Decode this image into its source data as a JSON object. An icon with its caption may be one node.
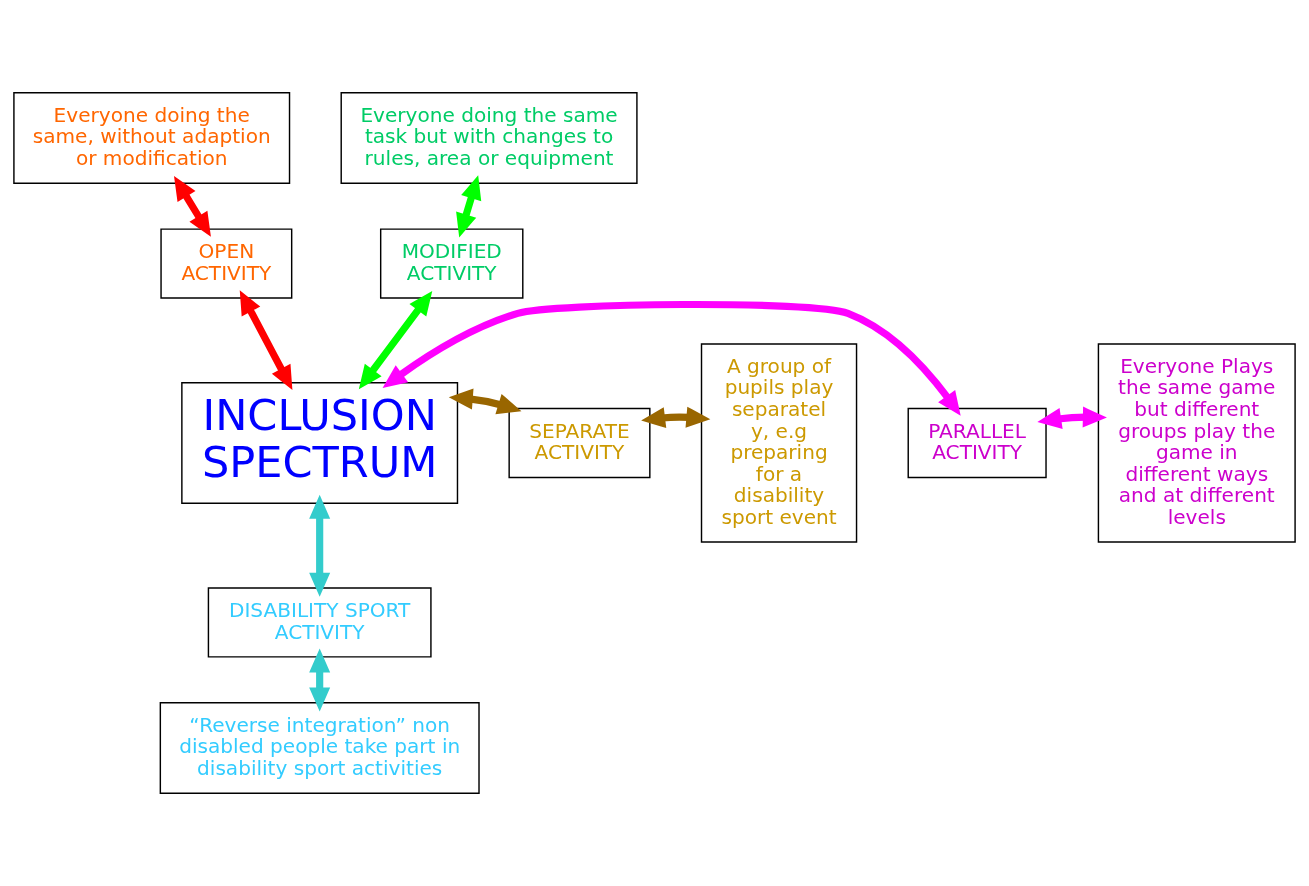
{
  "diagram": {
    "nodes": [
      {
        "text": [
          "INCLUSION SPECTRUM"
        ]
      },
      {
        "text": [
          "OPEN ACTIVITY"
        ]
      },
      {
        "text": [
          "Everyone doing the same, without adaption or modification"
        ]
      },
      {
        "text": [
          "MODIFIED ACTIVITY"
        ]
      },
      {
        "text": [
          "Everyone doing the same task but with changes to rules, area or equipment"
        ]
      },
      {
        "text": [
          "PARALLEL ACTIVITY"
        ]
      },
      {
        "text": [
          "Everyone Plays the same game but different groups play the game in different ways and at different levels"
        ]
      },
      {
        "text": [
          "DISABILITY SPORT ACTIVITY"
        ]
      },
      {
        "text": [
          "“Reverse integration” non disabled people take part in disability sport activities"
        ]
      },
      {
        "text": [
          "SEPARATE ACTIVITY"
        ]
      },
      {
        "text": [
          "A group of pupils play separatel y, e.g preparing for a disability sport event"
        ]
      }
    ],
    "edges": [
      {
        "from": 0,
        "to": 1,
        "arrow": "both",
        "color": "#ff0000"
      },
      {
        "from": 1,
        "to": 2,
        "arrow": "both",
        "color": "#ff0000"
      },
      {
        "from": 0,
        "to": 3,
        "arrow": "both",
        "color": "#00ff00"
      },
      {
        "from": 3,
        "to": 4,
        "arrow": "both",
        "color": "#00ff00"
      },
      {
        "from": 0,
        "to": 5,
        "arrow": "both",
        "color": "#ff00ff"
      },
      {
        "from": 5,
        "to": 6,
        "arrow": "both",
        "color": "#ff00ff"
      },
      {
        "from": 0,
        "to": 7,
        "arrow": "both",
        "color": "#33cccc"
      },
      {
        "from": 7,
        "to": 8,
        "arrow": "both",
        "color": "#33cccc"
      },
      {
        "from": 0,
        "to": 9,
        "arrow": "both",
        "color": "#996600"
      },
      {
        "from": 9,
        "to": 10,
        "arrow": "both",
        "color": "#996600"
      }
    ]
  }
}
